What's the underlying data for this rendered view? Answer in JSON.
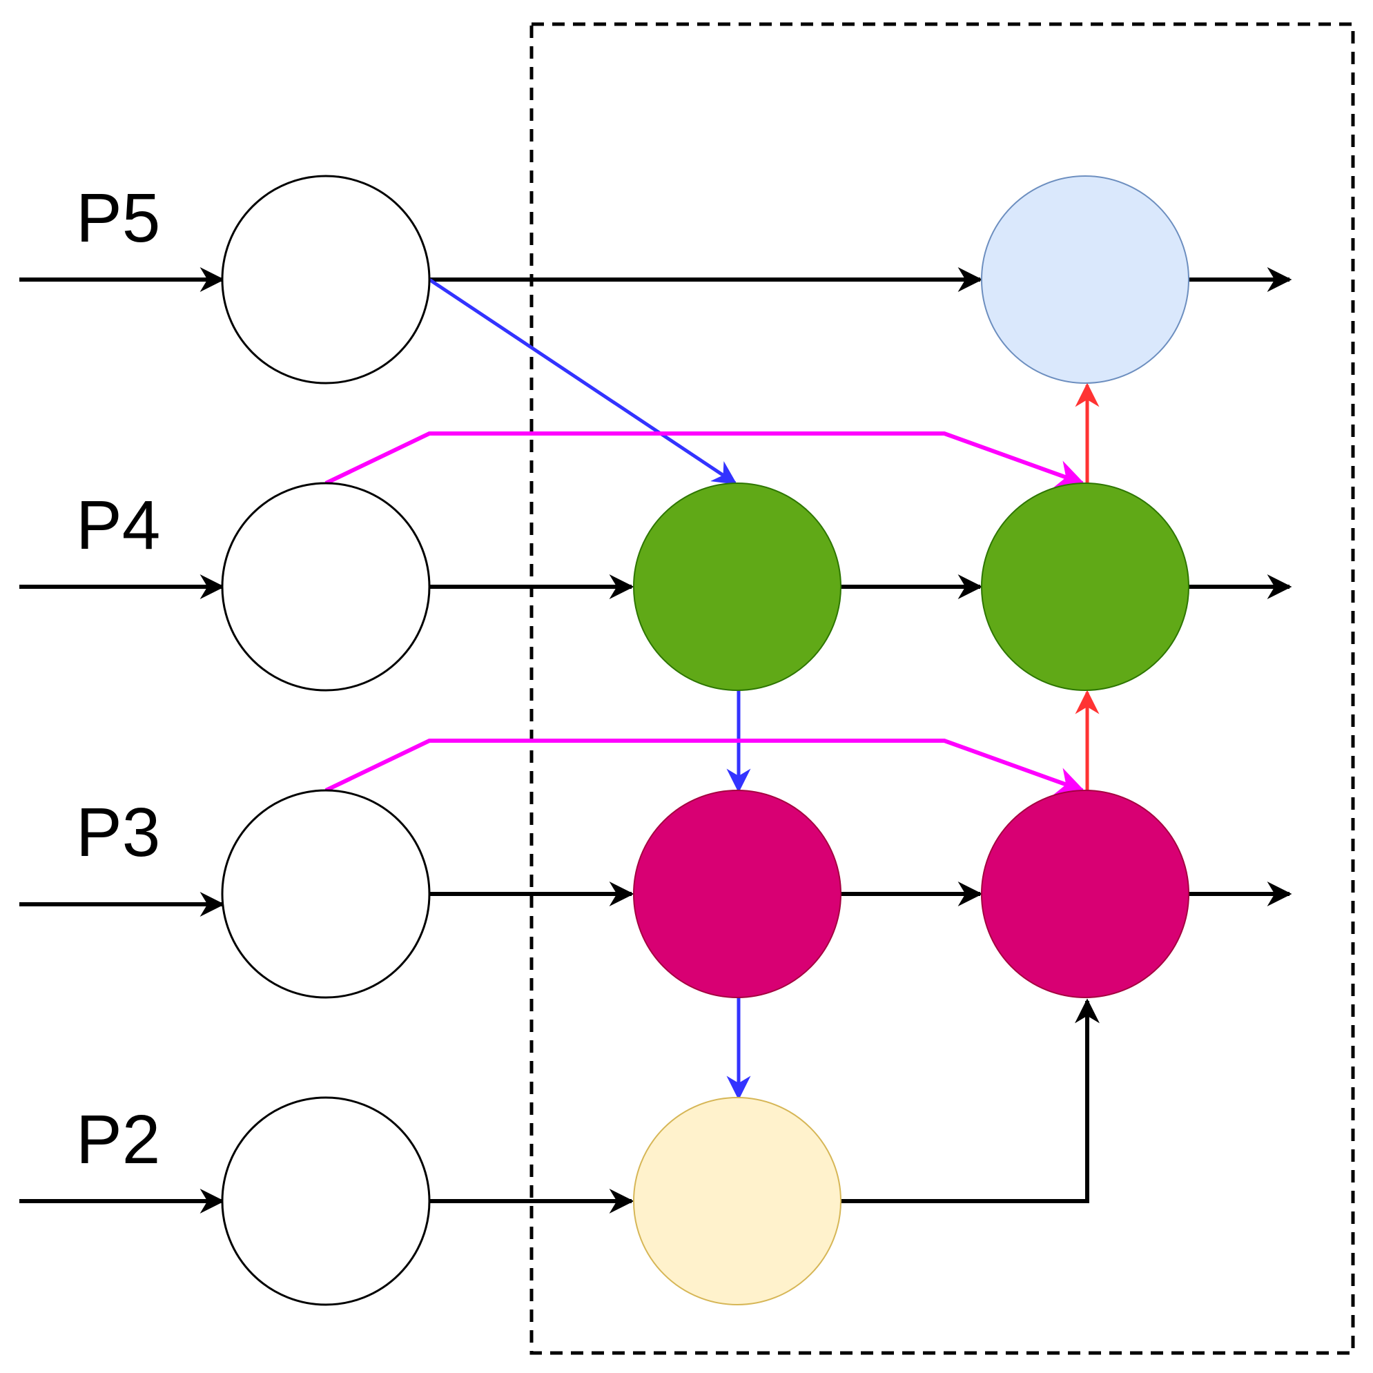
{
  "diagram": {
    "labels": {
      "p5": "P5",
      "p4": "P4",
      "p3": "P3",
      "p2": "P2"
    },
    "colors": {
      "arrow_black": "#000000",
      "arrow_blue": "#3333ff",
      "arrow_red": "#ff3333",
      "arrow_magenta": "#ff00ff",
      "node_white": "#ffffff",
      "node_lightblue": "#dae8fc",
      "node_lightblue_stroke": "#6c8ebf",
      "node_green": "#60a917",
      "node_green_stroke": "#2d7600",
      "node_crimson": "#d80073",
      "node_crimson_stroke": "#a50040",
      "node_lightyellow": "#fff2cc",
      "node_lightyellow_stroke": "#d6b656",
      "box_dashed": "#000000"
    }
  }
}
